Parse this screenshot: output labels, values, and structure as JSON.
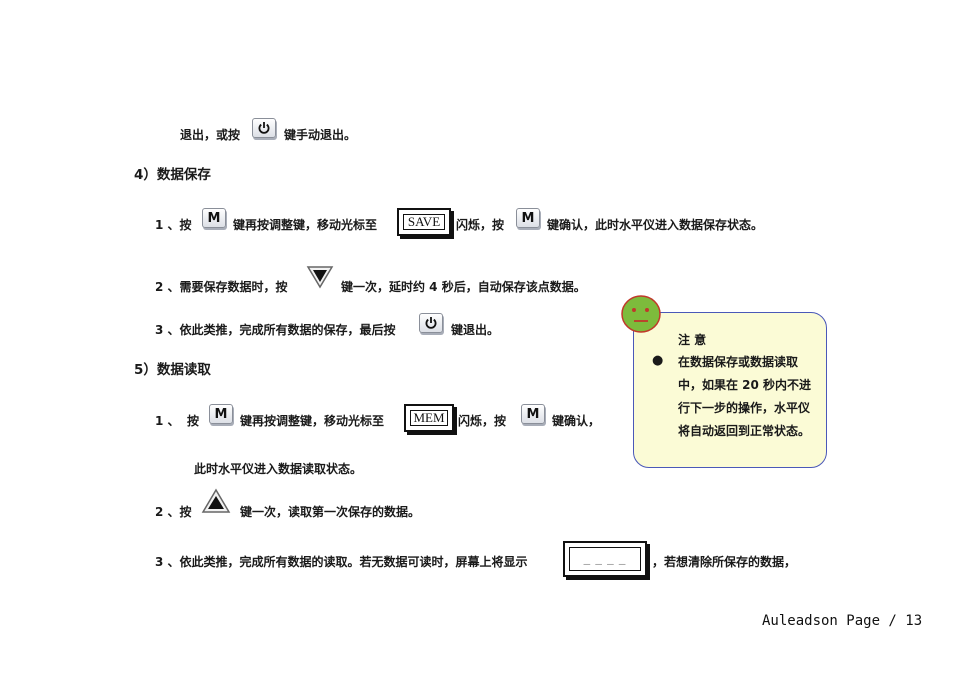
{
  "line_exit": {
    "before": "退出，或按",
    "after": "键手动退出。"
  },
  "section4": {
    "title": "4）数据保存",
    "step1": {
      "num": "1 、按",
      "t1": "键再按调整键，移动光标至",
      "lcd": "SAVE",
      "t2": "闪烁，按",
      "t3": "键确认，此时水平仪进入数据保存状态。"
    },
    "step2": {
      "num": "2 、需要保存数据时，按",
      "t1": "键一次，延时约 4 秒后，自动保存该点数据。"
    },
    "step3": {
      "num": "3 、依此类推，完成所有数据的保存，最后按",
      "t1": "键退出。"
    }
  },
  "section5": {
    "title": "5）数据读取",
    "step1": {
      "num": "1 、",
      "press": "按",
      "t1": "键再按调整键，移动光标至",
      "lcd": "MEM",
      "t2": "闪烁，按",
      "t3": "键确认，",
      "cont": "此时水平仪进入数据读取状态。"
    },
    "step2": {
      "num": "2 、按",
      "t1": "键一次，读取第一次保存的数据。"
    },
    "step3": {
      "num": "3 、依此类推，完成所有数据的读取。若无数据可读时，屏幕上将显示",
      "lcd": "_ _ _ _",
      "t1": "，若想清除所保存的数据，"
    }
  },
  "keys": {
    "m_label": "M",
    "power_icon": "power-icon",
    "up_icon": "triangle-up-icon",
    "down_icon": "triangle-down-icon"
  },
  "note": {
    "icon": "smiley-face-icon",
    "title": "注 意",
    "bullet": "●",
    "body": "在数据保存或数据读取中，如果在 20 秒内不进行下一步的操作，水平仪将自动返回到正常状态。"
  },
  "footer": {
    "text": "Auleadson Page / 13"
  },
  "colors": {
    "note_bg": "#fbfbd6",
    "note_border": "#4a58b8",
    "smiley": "#7dbb3c",
    "smiley_features": "#c0392b"
  }
}
